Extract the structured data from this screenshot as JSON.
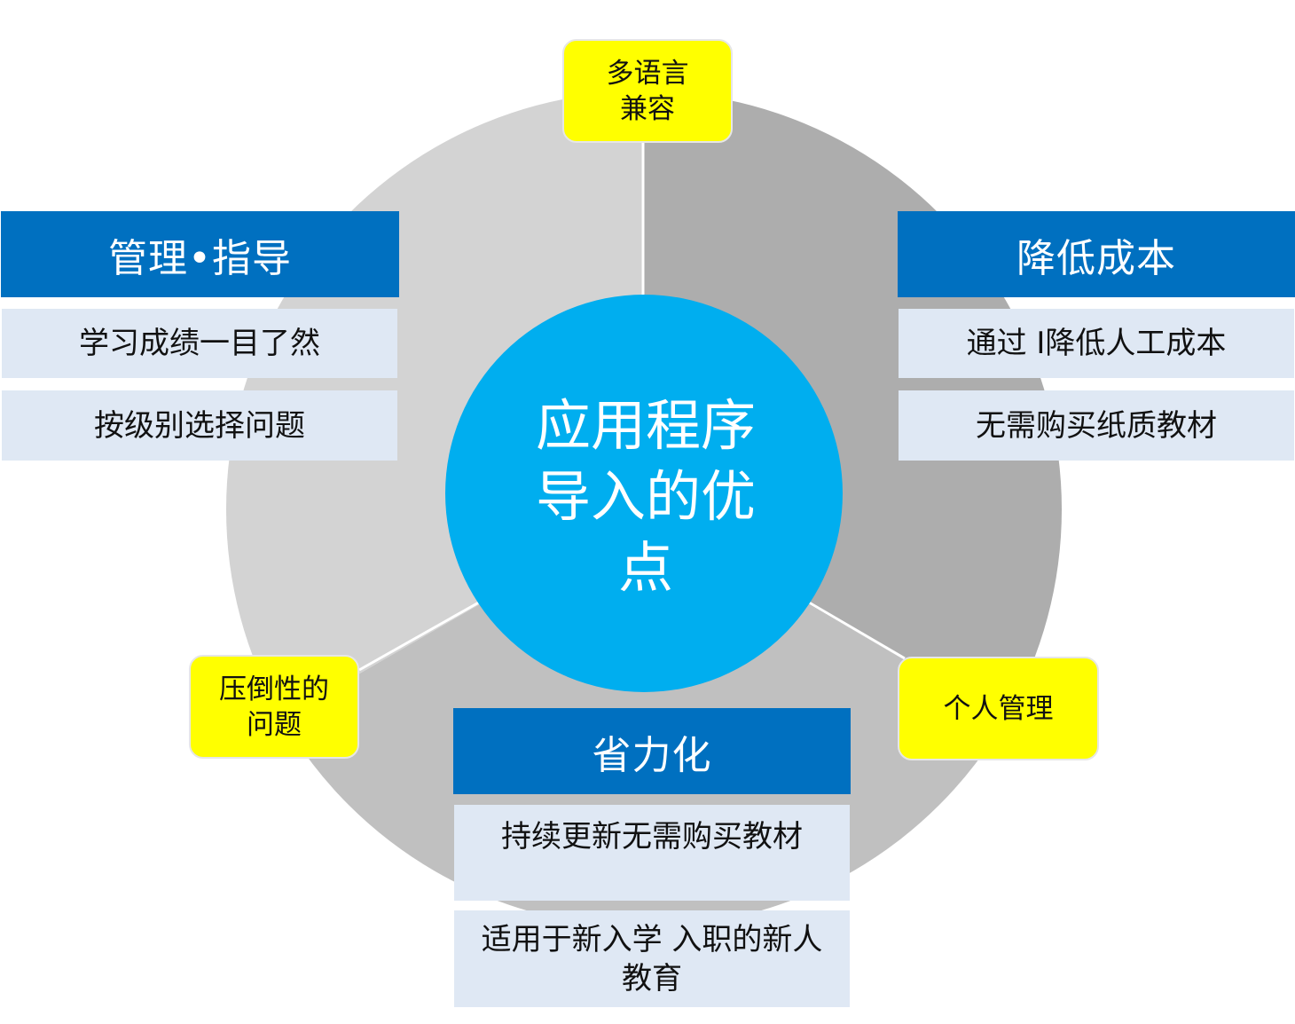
{
  "center": {
    "title": "应用程序\n导入的优\n点"
  },
  "tags": {
    "top": "多语言\n兼容",
    "left": "压倒性的\n问题",
    "right": "个人管理"
  },
  "sections": {
    "management": {
      "title": "管理•指导",
      "items": [
        "学习成绩一目了然",
        "按级别选择问题"
      ]
    },
    "cost": {
      "title": "降低成本",
      "items": [
        "通过 I降低人工成本",
        "无需购买纸质教材"
      ]
    },
    "labor": {
      "title": "省力化",
      "items": [
        "持续更新无需购买教材",
        "适用于新入学 入职的新人\n教育"
      ]
    }
  },
  "colors": {
    "segment_left": "#d3d3d3",
    "segment_right": "#adadad",
    "segment_bottom": "#c0c0c0",
    "center": "#00aeef",
    "header": "#0070c0",
    "item": "#dfe8f4",
    "tag": "#ffff00"
  }
}
